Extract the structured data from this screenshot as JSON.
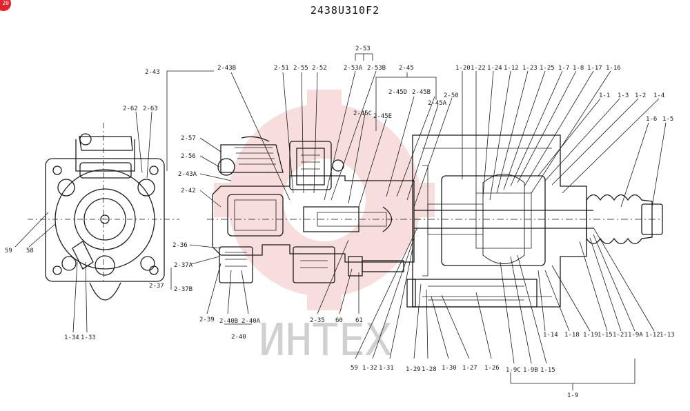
{
  "drawing_title": "2438U310F2",
  "corner_badge": "20",
  "watermark_text": "ИНТЕХ",
  "colors": {
    "ink": "#1a1a1a",
    "watermark": "#d9d9d9",
    "logo": "#f2b6b6",
    "badge": "#e0242c"
  },
  "labels": {
    "l2_53": "2-53",
    "l2_53A": "2-53A",
    "l2_53B": "2-53B",
    "l2_51": "2-51",
    "l2_55": "2-55",
    "l2_52": "2-52",
    "l2_43": "2-43",
    "l2_43B": "2-43B",
    "l2_43A": "2-43A",
    "l2_45": "2-45",
    "l2_45D": "2-45D",
    "l2_45B": "2-45B",
    "l2_45C": "2-45C",
    "l2_45E": "2-45E",
    "l2_45A": "2-45A",
    "l2_50": "2-50",
    "l2_62": "2-62",
    "l2_63": "2-63",
    "l2_57": "2-57",
    "l2_56": "2-56",
    "l2_42": "2-42",
    "l2_36": "2-36",
    "l2_37A": "2-37A",
    "l2_37": "2-37",
    "l2_37B": "2-37B",
    "l2_39": "2-39",
    "l2_40B": "2-40B",
    "l2_40A": "2-40A",
    "l2_40": "2-40",
    "l2_35": "2-35",
    "l59a": "59",
    "l58": "58",
    "l60": "60",
    "l61": "61",
    "l59b": "59",
    "l1_34": "1-34",
    "l1_33": "1-33",
    "l1_32": "1-32",
    "l1_31": "1-31",
    "l1_29": "1-29",
    "l1_28": "1-28",
    "l1_30": "1-30",
    "l1_27": "1-27",
    "l1_26": "1-26",
    "l1_9C": "1-9C",
    "l1_9B": "1-9B",
    "l1_15b": "1-15",
    "l1_9": "1-9",
    "l1_14": "1-14",
    "l1_18": "1-18",
    "l1_19": "1-19",
    "l1_15a": "1-15",
    "l1_21": "1-21",
    "l1_9A": "1-9A",
    "l1_12b": "1-12",
    "l1_13": "1-13",
    "l1_20": "1-20",
    "l1_22": "1-22",
    "l1_24": "1-24",
    "l1_12a": "1-12",
    "l1_23": "1-23",
    "l1_25": "1-25",
    "l1_7": "1-7",
    "l1_8": "1-8",
    "l1_17": "1-17",
    "l1_16": "1-16",
    "l1_1": "1-1",
    "l1_3": "1-3",
    "l1_2": "1-2",
    "l1_4": "1-4",
    "l1_6": "1-6",
    "l1_5": "1-5"
  }
}
